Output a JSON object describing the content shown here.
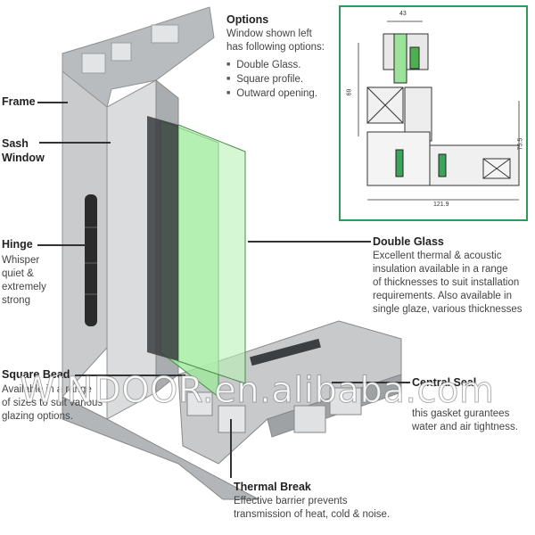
{
  "options": {
    "title": "Options",
    "intro": [
      "Window shown left",
      "has following options:"
    ],
    "items": [
      "Double Glass.",
      "Square profile.",
      "Outward opening."
    ]
  },
  "labels": {
    "frame": "Frame",
    "sash": [
      "Sash",
      "Window"
    ],
    "hinge": "Hinge",
    "hinge_desc": [
      "Whisper",
      "quiet &",
      "extremely",
      "strong"
    ],
    "square_bead": "Square Bead",
    "square_bead_desc": [
      "Available in a range",
      "of sizes to suit various",
      "glazing options."
    ],
    "double_glass": "Double Glass",
    "double_glass_desc": [
      "Excellent thermal & acoustic",
      "insulation available in a range",
      "of thicknesses to suit installation",
      "requirements. Also available in",
      "single glaze, various thicknesses"
    ],
    "central_seal": "Central Seal",
    "central_seal_desc": [
      "this gasket gurantees",
      "water and air tightness."
    ],
    "thermal_break": "Thermal Break",
    "thermal_break_desc": [
      "Effective barrier prevents",
      "transmission of heat, cold & noise."
    ]
  },
  "inset_dims": {
    "top": "43",
    "left": "69",
    "right": "75.5",
    "bottom": "121.9"
  },
  "watermark": "WINDOOR.en.alibaba.com",
  "colors": {
    "frame_light": "#d8dadb",
    "frame_mid": "#b9bcbe",
    "frame_dark": "#8e9295",
    "glass": "#8ee08a",
    "inset_border": "#2e9a56",
    "hinge": "#2b2b2b"
  }
}
